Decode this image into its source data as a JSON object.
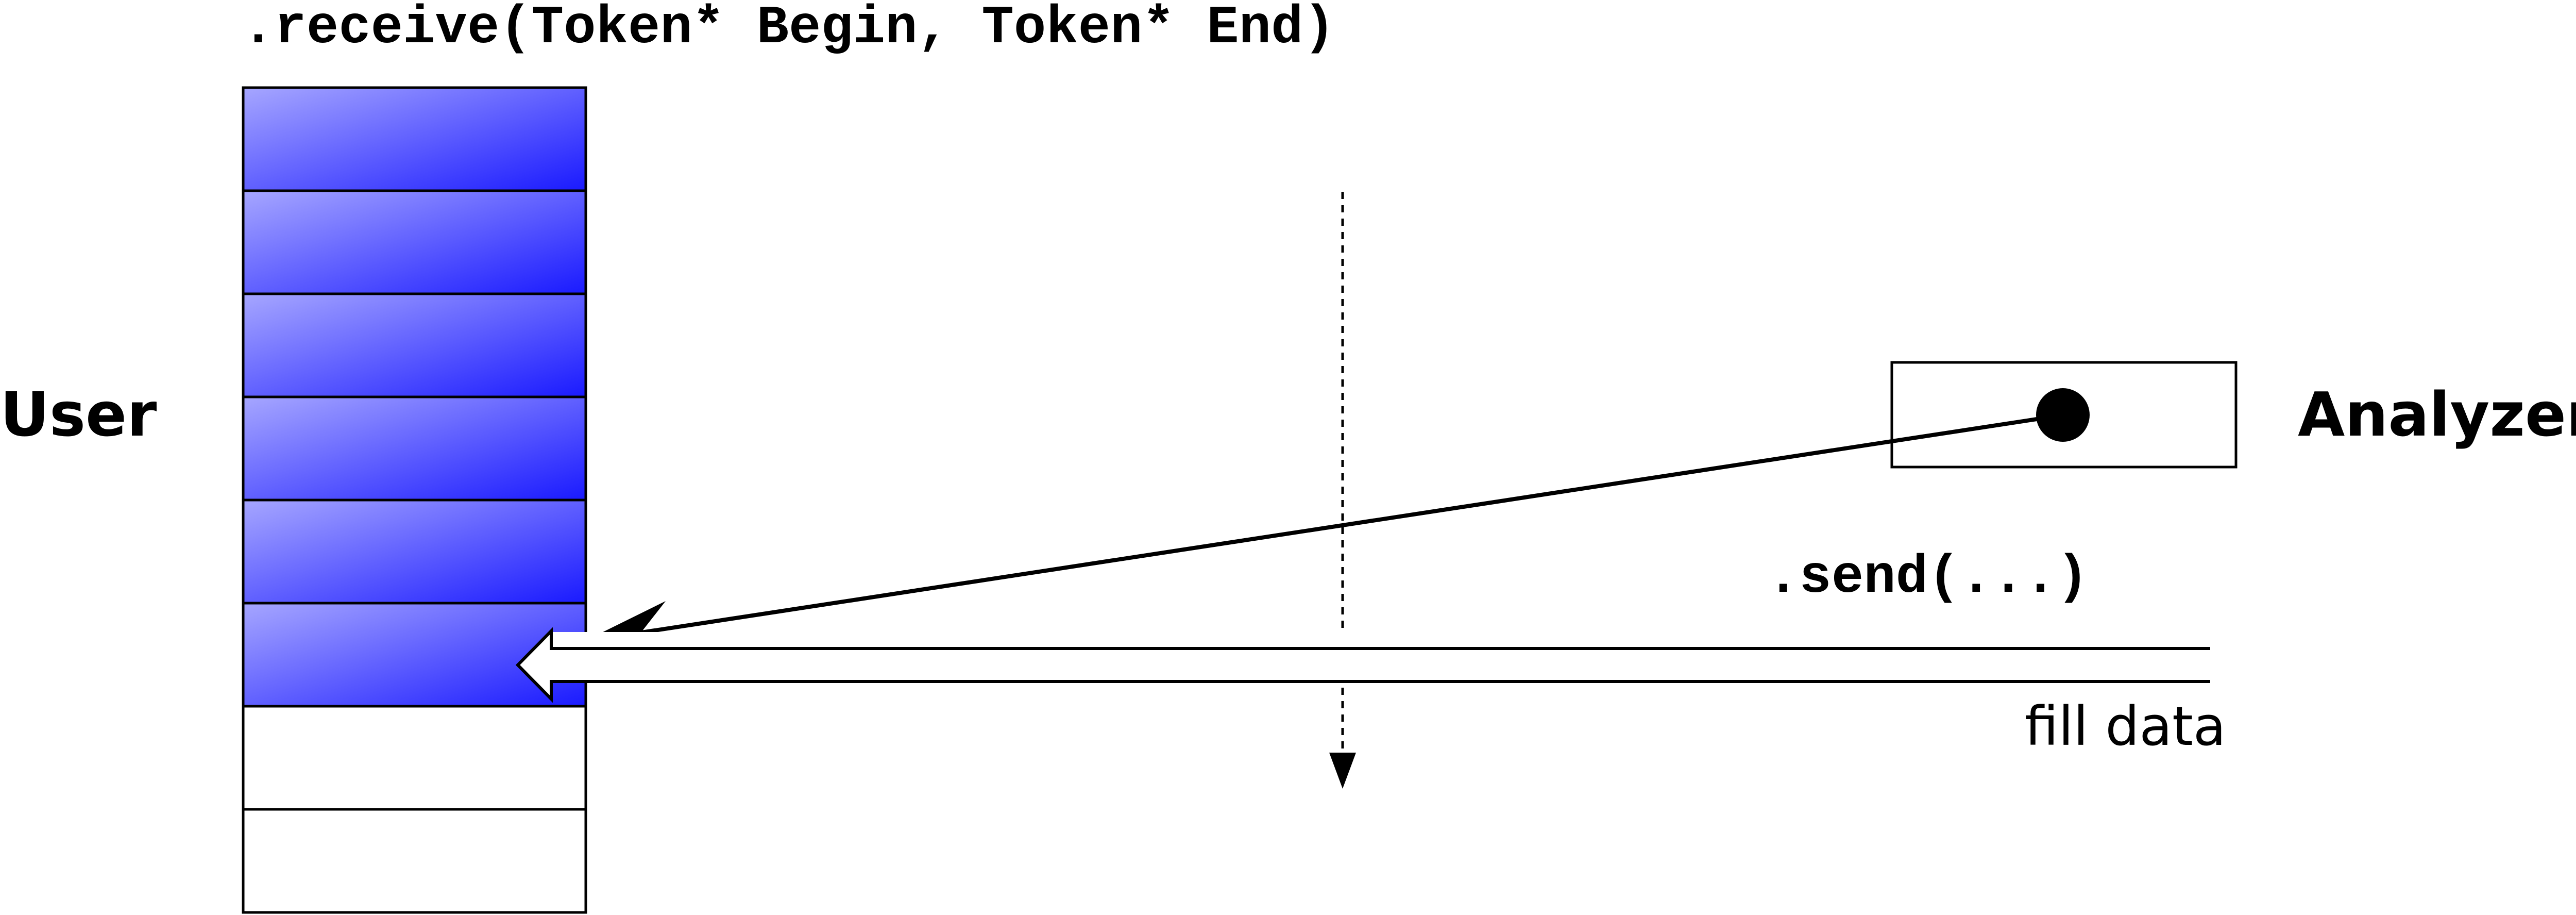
{
  "labels": {
    "receive_signature": ".receive(Token* Begin, Token* End)",
    "user": "User",
    "analyzer": "Analyzer",
    "send_call": ".send(...)",
    "fill_data": "fill data"
  },
  "buffer": {
    "total_cells": 8,
    "filled_cells": 6,
    "fill_color": "#1a1aff",
    "fill_highlight": "#a6a6ff"
  },
  "colors": {
    "stroke": "#000000",
    "background": "#ffffff"
  }
}
